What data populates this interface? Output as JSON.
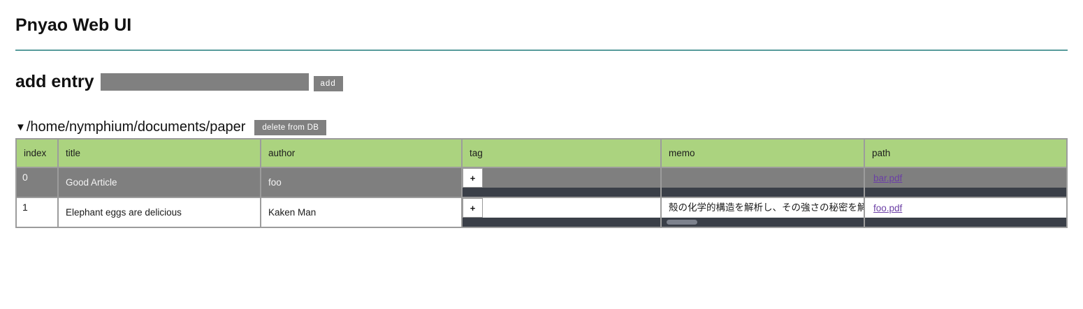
{
  "app": {
    "title": "Pnyao Web UI"
  },
  "add_entry": {
    "heading": "add entry",
    "input_value": "",
    "add_button_label": "add"
  },
  "collection": {
    "toggle_icon": "▼",
    "path": "/home/nymphium/documents/paper",
    "delete_button_label": "delete from DB"
  },
  "table": {
    "headers": [
      "index",
      "title",
      "author",
      "tag",
      "memo",
      "path"
    ],
    "rows": [
      {
        "index": "0",
        "title": "Good Article",
        "author": "foo",
        "tag_button": "+",
        "memo": "",
        "path_link": "bar.pdf"
      },
      {
        "index": "1",
        "title": "Elephant eggs are delicious",
        "author": "Kaken Man",
        "tag_button": "+",
        "memo": "殻の化学的構造を解析し、その強さの秘密を解",
        "path_link": "foo.pdf"
      }
    ]
  },
  "colors": {
    "divider_teal": "#579b9b",
    "table_header_green": "#abd37f",
    "highlight_row_gray": "#7f7f7f",
    "control_gray": "#808080",
    "scrollbar_track_dark": "#3a3f48",
    "scrollbar_thumb_gray": "#7d828d",
    "link_purple": "#6b3fa5"
  }
}
